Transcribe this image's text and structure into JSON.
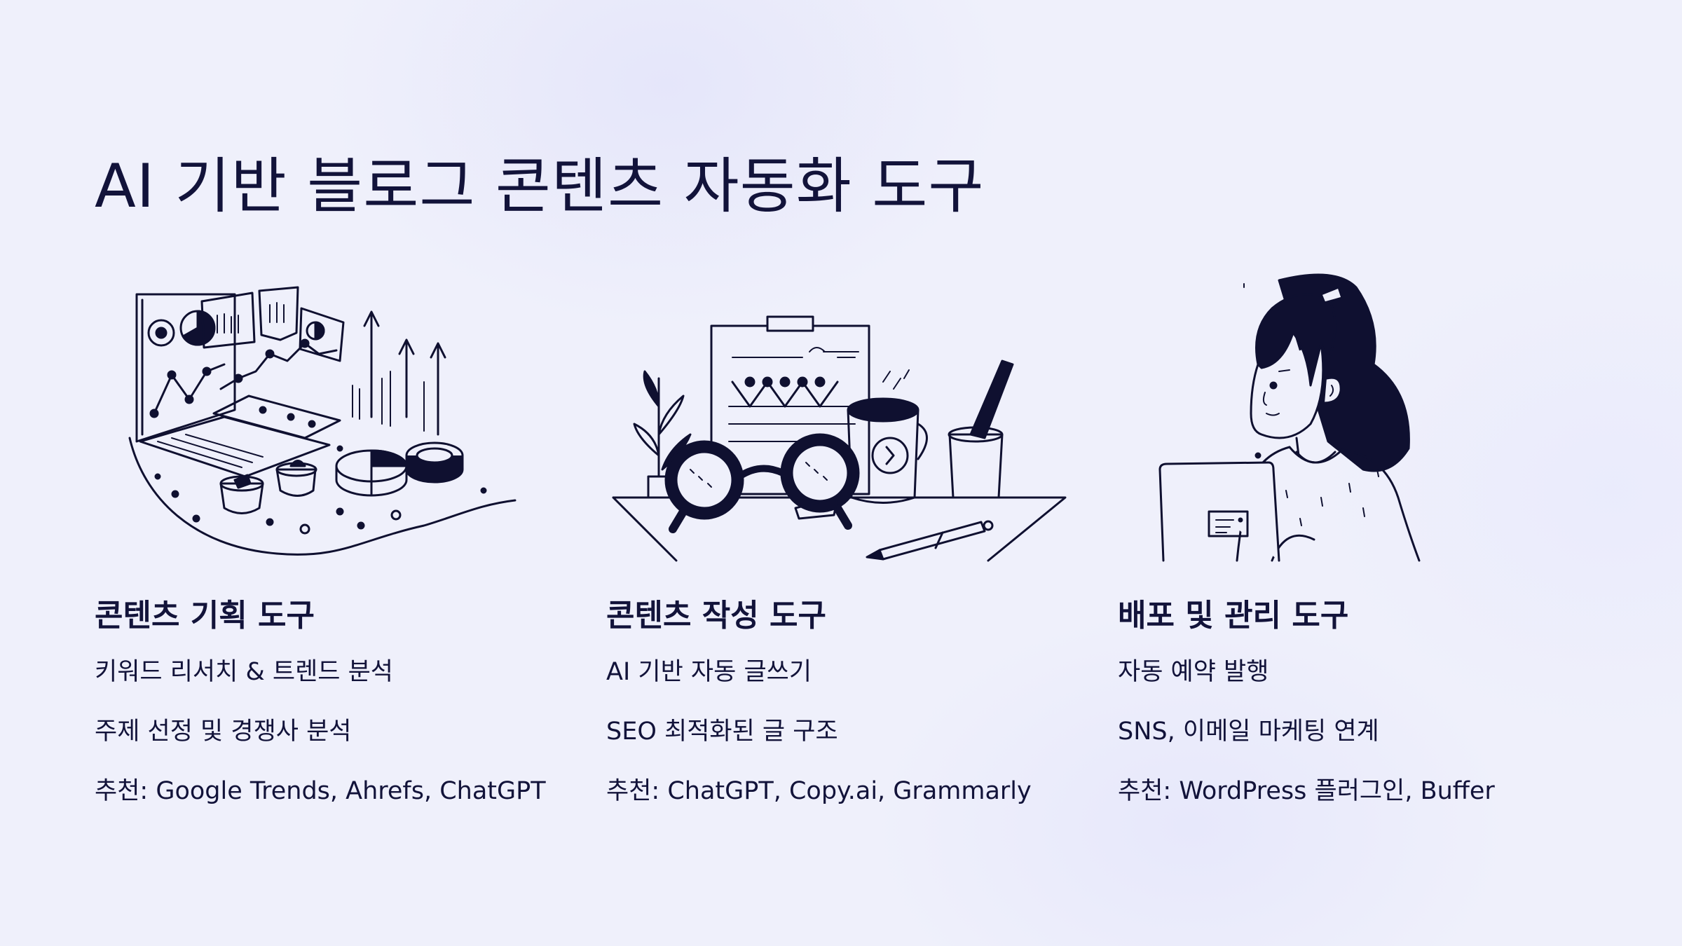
{
  "title": "AI 기반 블로그 콘텐츠 자동화 도구",
  "columns": [
    {
      "heading": "콘텐츠 기획 도구",
      "items": [
        "키워드 리서치 & 트렌드 분석",
        "주제 선정 및 경쟁사 분석",
        "추천: Google Trends, Ahrefs, ChatGPT"
      ],
      "illustration": "analytics-dashboard-icon"
    },
    {
      "heading": "콘텐츠 작성 도구",
      "items": [
        "AI 기반 자동 글쓰기",
        "SEO 최적화된 글 구조",
        "추천: ChatGPT, Copy.ai, Grammarly"
      ],
      "illustration": "desk-writing-icon"
    },
    {
      "heading": "배포 및 관리 도구",
      "items": [
        "자동 예약 발행",
        "SNS, 이메일 마케팅 연계",
        "추천: WordPress 플러그인, Buffer"
      ],
      "illustration": "person-laptop-icon"
    }
  ],
  "colors": {
    "background": "#eff0fb",
    "ink": "#12133a"
  }
}
